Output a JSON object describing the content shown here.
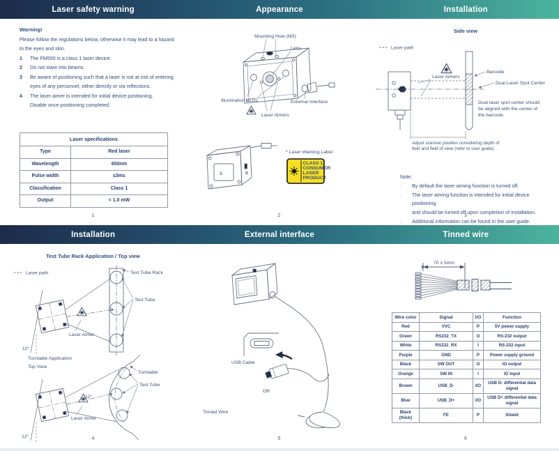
{
  "header": {
    "top_titles": [
      "Laser safety warning",
      "Appearance",
      "Installation"
    ],
    "bottom_titles": [
      "Installation",
      "External interface",
      "Tinned wire"
    ]
  },
  "colors": {
    "gradient_left": "#1d2b4a",
    "gradient_right": "#4cb49d",
    "navy_text": "#2f4c7c",
    "label_yellow": "#f5df25"
  },
  "safety": {
    "title": "Warning!",
    "intro": [
      "Please follow the regulations below, otherwise it may lead to a hazard",
      "to the eyes and skin."
    ],
    "items": [
      {
        "num": "1",
        "lines": [
          "The FM550 is a class 1 laser device."
        ]
      },
      {
        "num": "2",
        "lines": [
          "Do not stare into beams."
        ]
      },
      {
        "num": "3",
        "lines": [
          "Be aware of positioning such that a laser is not at risk of entering",
          "eyes of any personnel, either directly or via reflections."
        ]
      },
      {
        "num": "4",
        "lines": [
          "The laser aimer is intended for initial device positioning.",
          "Disable once positioning completed."
        ]
      }
    ],
    "table": {
      "title": "Laser specifications",
      "rows": [
        [
          "Type",
          "Red laser"
        ],
        [
          "Wavelength",
          "650nm"
        ],
        [
          "Pulse width",
          "≤3ms"
        ],
        [
          "Classification",
          "Class 1"
        ],
        [
          "Output",
          "< 1.0 mW"
        ]
      ]
    },
    "page": "1"
  },
  "appearance": {
    "mounting_hole": "Mounting Hole (M3)",
    "lens": "Lens",
    "illumination_leds": "Illumination LEDs",
    "external_interface": "External Interface",
    "laser_aimers": "Laser Aimers",
    "device_number": "1",
    "warning_caption": "* Laser Warning Label",
    "class_label": [
      "CLASS 1",
      "CONSUMER",
      "LASER",
      "PRODUCT"
    ],
    "page": "2"
  },
  "side_view": {
    "subtitle": "Side view",
    "laser_path": "Laser path",
    "laser_aimers": "Laser Aimers",
    "barcode": "Barcode",
    "dual_center": "Dual Laser Spot Center",
    "align": [
      "Dual laser spot center should",
      "be aligned with the center of",
      "the barcode."
    ],
    "adjust": [
      "Adjust scanner position considering depth of",
      "field and field of view (refer to user guide)."
    ],
    "note_title": "Note:",
    "notes": [
      {
        "lines": [
          "By default the laser aiming function is turned off."
        ]
      },
      {
        "lines": [
          "The laser aiming function is intended for initial device positioning",
          "and should be turned off upon completion of installation."
        ]
      },
      {
        "lines": [
          "Additional information can be found in the user guide."
        ]
      }
    ],
    "page": "3"
  },
  "install2": {
    "subtitle": "Test Tube Rack Application / Top view",
    "laser_path": "Laser path",
    "test_tube_rack": "Test Tube Rack",
    "test_tube": "Test Tube",
    "laser_aimer": "Laser Aimer",
    "rack_angle": "12°",
    "turntable_title": [
      "Turntable Application",
      "Top View"
    ],
    "turntable": "Turntable",
    "test_tube2": "Test Tube",
    "laser_aimer2": "Laser Aimer",
    "turn_angle": "12°",
    "turn_angle2": "12°",
    "page": "4"
  },
  "external": {
    "usb_cable": "USB Cable",
    "or": "OR",
    "tinned_wire": "Tinned Wire",
    "page": "5"
  },
  "tinned": {
    "dimension": "70 ± 5mm",
    "table": {
      "headers": [
        "Wire color",
        "Signal",
        "I/O",
        "Function"
      ],
      "rows": [
        [
          "Red",
          "VVC",
          "P",
          "5V power supply"
        ],
        [
          "Green",
          "RS232_TX",
          "O",
          "RS-232 output"
        ],
        [
          "White",
          "RS232_RX",
          "I",
          "RS-232 input"
        ],
        [
          "Purple",
          "GND",
          "P",
          "Power supply ground"
        ],
        [
          "Black",
          "SW OUT",
          "O",
          "IO output"
        ],
        [
          "Orange",
          "SW IN",
          "I",
          "IO input"
        ],
        [
          "Brown",
          "USB_D-",
          "I/O",
          "USB D- differential data signal"
        ],
        [
          "Blue",
          "USB_D+",
          "I/O",
          "USB D+ differential data signal"
        ],
        [
          "Black (thick)",
          "FE",
          "P",
          "Shield"
        ]
      ]
    },
    "page": "6"
  }
}
